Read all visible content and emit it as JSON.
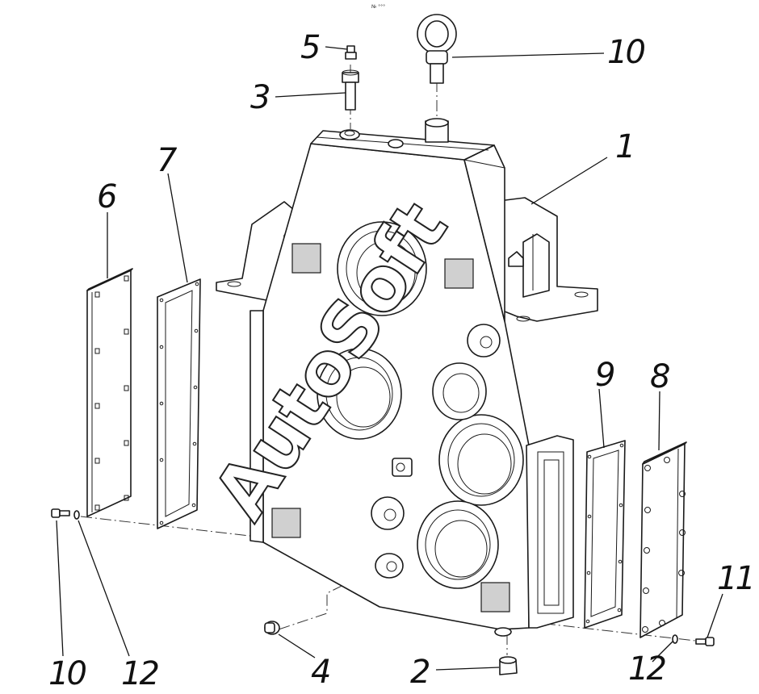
{
  "diagram": {
    "header_mark": "№ °°°",
    "watermark": "AutoSoft",
    "callouts": [
      {
        "id": "label-1",
        "text": "1"
      },
      {
        "id": "label-2",
        "text": "2"
      },
      {
        "id": "label-3",
        "text": "3"
      },
      {
        "id": "label-4",
        "text": "4"
      },
      {
        "id": "label-5",
        "text": "5"
      },
      {
        "id": "label-6",
        "text": "6"
      },
      {
        "id": "label-7",
        "text": "7"
      },
      {
        "id": "label-8",
        "text": "8"
      },
      {
        "id": "label-9",
        "text": "9"
      },
      {
        "id": "label-10-left",
        "text": "10"
      },
      {
        "id": "label-10-right",
        "text": "10"
      },
      {
        "id": "label-11",
        "text": "11"
      },
      {
        "id": "label-12-left",
        "text": "12"
      },
      {
        "id": "label-12-right",
        "text": "12"
      }
    ]
  }
}
